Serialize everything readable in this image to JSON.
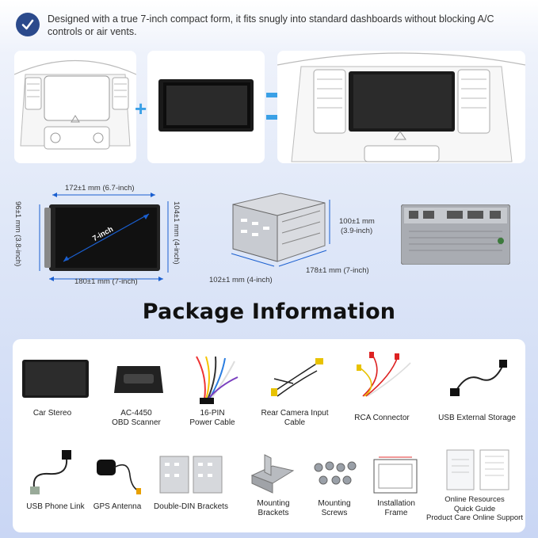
{
  "intro": {
    "text": "Designed with a true 7-inch compact form, it fits snugly into standard dashboards without blocking A/C controls or air vents.",
    "plus_symbol": "+"
  },
  "dimensions": {
    "front_width": "172±1 mm (6.7-inch)",
    "front_height_left": "96±1 mm (3.8-inch)",
    "front_height_right": "104±1 mm (4-inch)",
    "front_bottom_width": "180±1 mm (7-inch)",
    "screen_diagonal": "7-inch",
    "box_height_value": "100±1 mm",
    "box_height_inch": "(3.9-inch)",
    "box_depth": "178±1 mm (7-inch)",
    "box_width": "102±1 mm (4-inch)"
  },
  "package": {
    "title": "Package Information",
    "items": [
      {
        "label": "Car Stereo"
      },
      {
        "label": "AC-4450\nOBD Scanner"
      },
      {
        "label": "16-PIN\nPower Cable"
      },
      {
        "label": "Rear Camera Input\nCable"
      },
      {
        "label": "RCA Connector"
      },
      {
        "label": "USB External Storage"
      },
      {
        "label": "USB Phone Link"
      },
      {
        "label": "GPS Antenna"
      },
      {
        "label": "Double-DIN Brackets"
      },
      {
        "label": "Mounting\nBrackets"
      },
      {
        "label": "Mounting\nScrews"
      },
      {
        "label": "Installation\nFrame"
      },
      {
        "label": "Online Resources\nQuick Guide\nProduct Care Online Support"
      }
    ]
  },
  "colors": {
    "accent": "#2b4a8c",
    "arrow": "#3aa0e6",
    "dimension": "#1a5fd0"
  }
}
